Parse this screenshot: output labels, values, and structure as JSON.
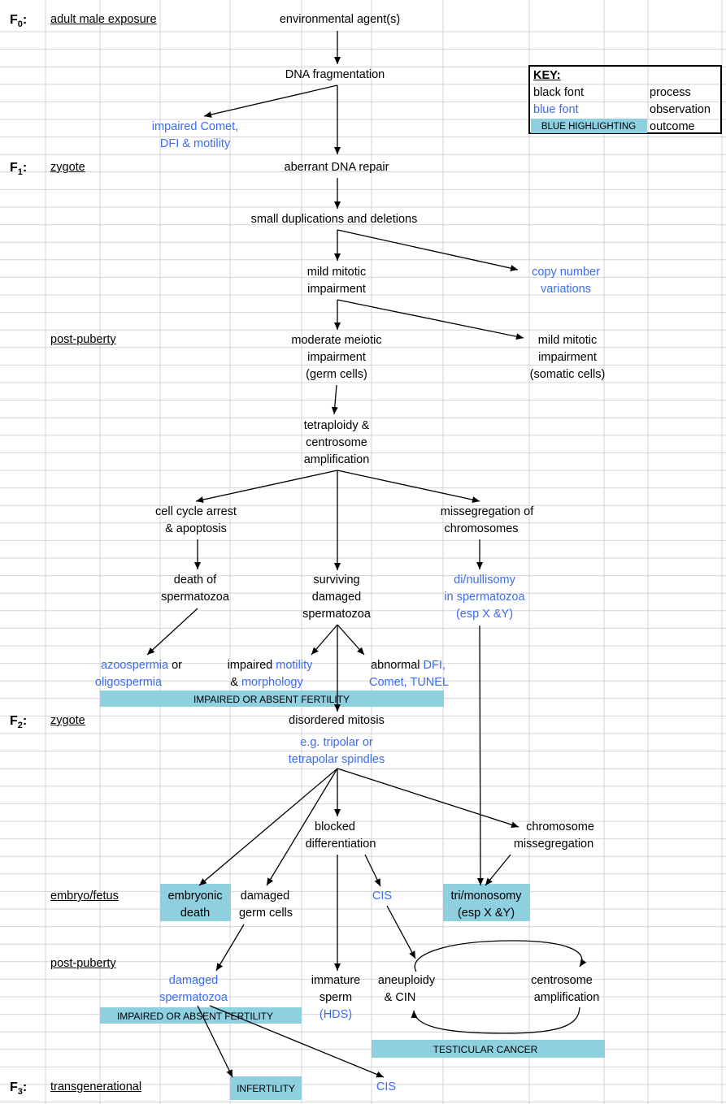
{
  "generations": {
    "f0": {
      "letter": "F",
      "sub": "0"
    },
    "f1": {
      "letter": "F",
      "sub": "1"
    },
    "f2": {
      "letter": "F",
      "sub": "2"
    },
    "f3": {
      "letter": "F",
      "sub": "3"
    }
  },
  "stages": {
    "adult_male_exposure": "adult male exposure",
    "zygote_f1": "zygote",
    "post_puberty_1": "post-puberty",
    "zygote_f2": "zygote",
    "embryo_fetus": "embryo/fetus",
    "post_puberty_2": "post-puberty",
    "transgenerational": "transgenerational"
  },
  "nodes": {
    "environmental_agents": "environmental agent(s)",
    "dna_fragmentation": "DNA fragmentation",
    "impaired_comet_1": "impaired Comet,",
    "impaired_comet_2": "DFI & motility",
    "aberrant_dna_repair": "aberrant DNA repair",
    "small_dup_del": "small duplications and deletions",
    "mild_mitotic_1": "mild mitotic",
    "mild_mitotic_2": "impairment",
    "copy_number_1": "copy number",
    "copy_number_2": "variations",
    "moderate_meiotic_1": "moderate meiotic",
    "moderate_meiotic_2": "impairment",
    "moderate_meiotic_3": "(germ cells)",
    "mild_mitotic_somatic_1": "mild mitotic",
    "mild_mitotic_somatic_2": "impairment",
    "mild_mitotic_somatic_3": "(somatic cells)",
    "tetraploidy_1": "tetraploidy &",
    "tetraploidy_2": "centrosome",
    "tetraploidy_3": "amplification",
    "cell_cycle_arrest_1": "cell cycle arrest",
    "cell_cycle_arrest_2": "& apoptosis",
    "missegregation_1": "missegregation of",
    "missegregation_2": "chromosomes",
    "death_sperm_1": "death of",
    "death_sperm_2": "spermatozoa",
    "surviving_1": "surviving",
    "surviving_2": "damaged",
    "surviving_3": "spermatozoa",
    "dinull_1": "di/nullisomy",
    "dinull_2": "in spermatozoa",
    "dinull_3": "(esp X &Y)",
    "azoo_a": "azoospermia",
    "azoo_b": " or",
    "oligo": "oligospermia",
    "impaired_motility_a": "impaired ",
    "impaired_motility_b": "motility",
    "morph_a": "& ",
    "morph_b": "morphology",
    "abnormal_dfi_a": "abnormal ",
    "abnormal_dfi_b": "DFI,",
    "comet_tunel": "Comet, TUNEL",
    "disordered_mitosis": "disordered mitosis",
    "tripolar_1": "e.g. tripolar or",
    "tripolar_2": "tetrapolar spindles",
    "blocked_1": "blocked",
    "blocked_2": "differentiation",
    "chromosome_misseg_1": "chromosome",
    "chromosome_misseg_2": "missegregation",
    "embryonic_death_1": "embryonic",
    "embryonic_death_2": "death",
    "damaged_germ_1": "damaged",
    "damaged_germ_2": "germ cells",
    "cis_1": "CIS",
    "trimono_1": "tri/monosomy",
    "trimono_2": "(esp X &Y)",
    "damaged_sperm_1": "damaged",
    "damaged_sperm_2": "spermatozoa",
    "immature_1": "immature",
    "immature_2": "sperm",
    "immature_3": "(HDS)",
    "aneuploidy_1": "aneuploidy",
    "aneuploidy_2": "& CIN",
    "centrosome_amp_1": "centrosome",
    "centrosome_amp_2": "amplification",
    "infertility": "INFERTILITY",
    "cis_2": "CIS"
  },
  "outcomes": {
    "impaired_fertility_1": "IMPAIRED OR ABSENT FERTILITY",
    "impaired_fertility_2": "IMPAIRED OR ABSENT FERTILITY",
    "testicular_cancer": "TESTICULAR CANCER"
  },
  "key": {
    "title": "KEY:",
    "rows": [
      {
        "label": "black font",
        "meaning": "process"
      },
      {
        "label": "blue font",
        "meaning": "observation"
      },
      {
        "label": "BLUE HIGHLIGHTING",
        "meaning": "outcome"
      }
    ]
  },
  "colors": {
    "process_text": "#000000",
    "observation_text": "#3c6cf0",
    "outcome_highlight": "#8ecfe0",
    "grid_line": "#d4d4d4"
  }
}
